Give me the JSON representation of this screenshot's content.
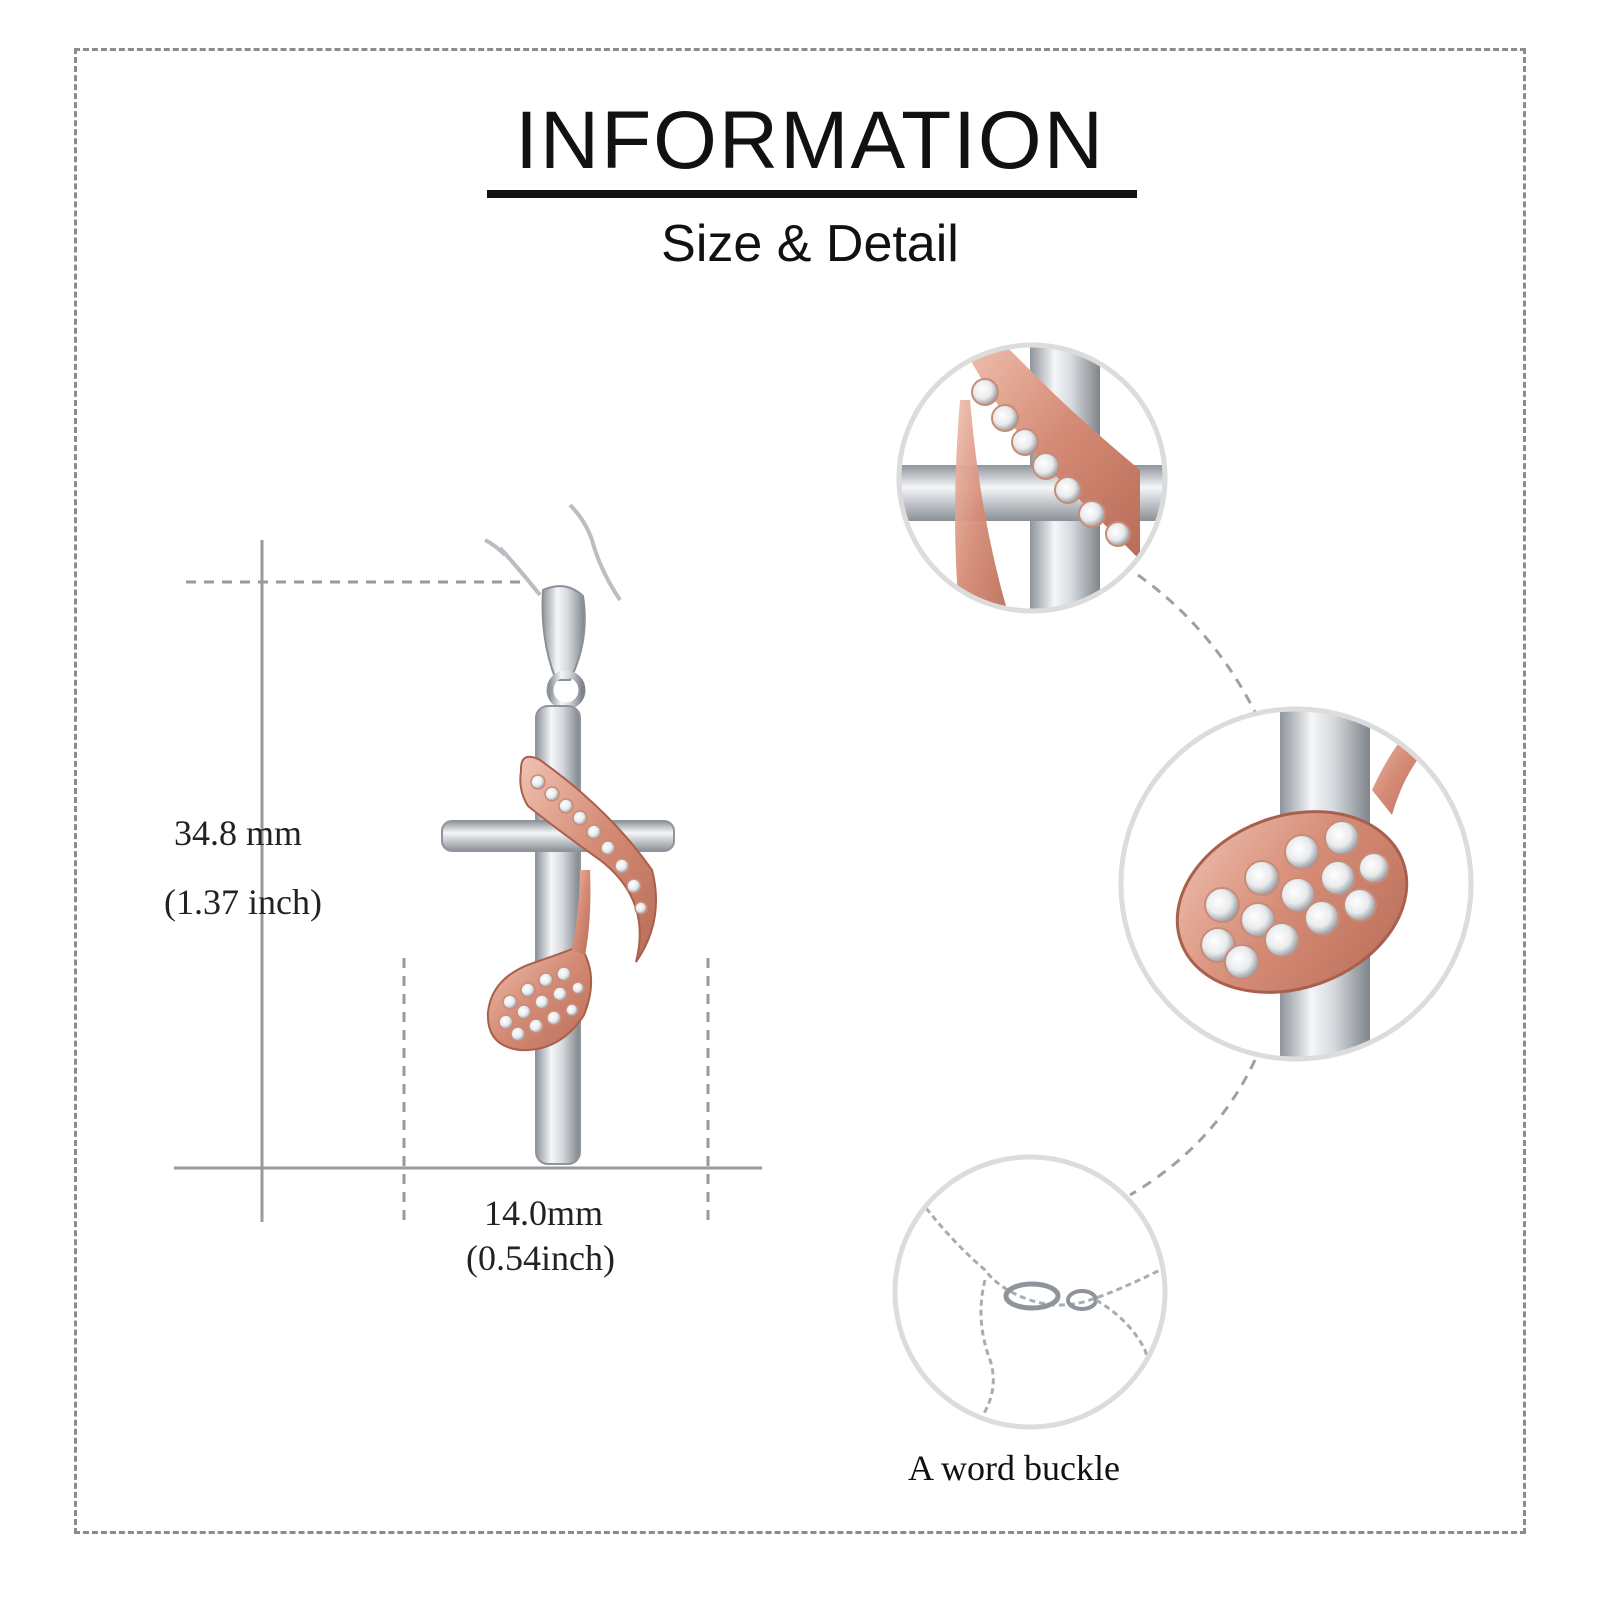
{
  "header": {
    "title": "INFORMATION",
    "subtitle": "Size & Detail"
  },
  "dimensions": {
    "height_mm": "34.8 mm",
    "height_inch": "(1.37 inch)",
    "width_mm": "14.0mm",
    "width_inch": "(0.54inch)"
  },
  "details": {
    "buckle_caption": "A word buckle"
  },
  "colors": {
    "silver": "#c9cdd2",
    "rose_gold": "#d99a86",
    "frame": "#8c8c8c"
  }
}
